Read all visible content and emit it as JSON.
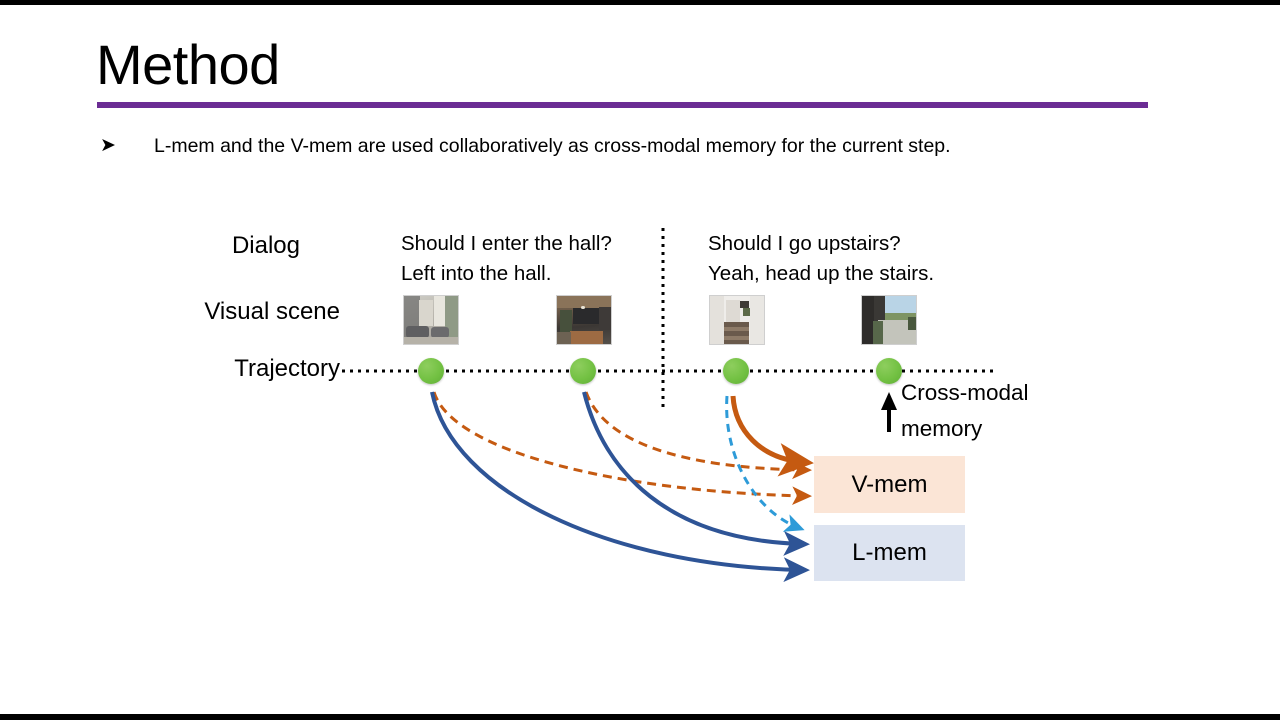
{
  "slide": {
    "title": "Method",
    "accent_color": "#6b2c94",
    "bullet_glyph": "➤",
    "bullet_text": "L-mem and the V-mem are used collaboratively as cross-modal memory for the current step."
  },
  "diagram": {
    "row_labels": {
      "dialog": "Dialog",
      "visual_scene": "Visual scene",
      "trajectory": "Trajectory"
    },
    "dialogs": [
      {
        "question": "Should I enter the hall?",
        "answer": "Left into the hall."
      },
      {
        "question": "Should I go upstairs?",
        "answer": "Yeah, head up the stairs."
      }
    ],
    "scenes": [
      {
        "name": "outdoor-patio-lounge"
      },
      {
        "name": "kitchen-interior"
      },
      {
        "name": "stairwell"
      },
      {
        "name": "outdoor-walkway"
      }
    ],
    "memory_boxes": [
      {
        "label": "V-mem",
        "color": "#fbe5d6"
      },
      {
        "label": "L-mem",
        "color": "#dce3f0"
      }
    ],
    "annotation": {
      "line1": "Cross-modal",
      "line2": "memory"
    },
    "colors": {
      "node": "#73c143",
      "visual_arrow": "#c55a11",
      "language_arrow": "#2e5496",
      "current_visual_arrow": "#c55a11",
      "current_language_arrow": "#2e9bd8",
      "timeline": "#000000"
    }
  }
}
